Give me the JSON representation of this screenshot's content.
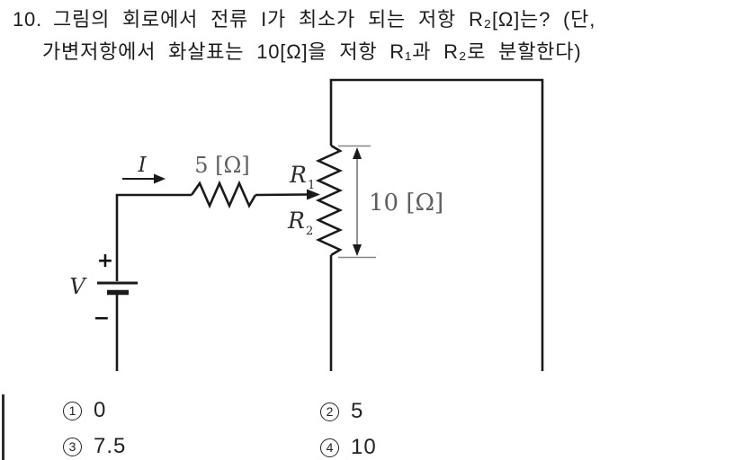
{
  "question": {
    "number": "10.",
    "line1": "그림의 회로에서 전류 I가 최소가 되는 저항 R₂[Ω]는? (단,",
    "line2": "가변저항에서 화살표는 10[Ω]을 저항 R₁과 R₂로 분할한다)"
  },
  "circuit": {
    "current_label": "I",
    "series_resistor_label": "5 [Ω]",
    "pot_r1": {
      "base": "R",
      "sub": "1"
    },
    "pot_r2": {
      "base": "R",
      "sub": "2"
    },
    "pot_total_label": "10 [Ω]",
    "source_label": "V",
    "source_plus": "+",
    "source_minus": "−",
    "colors": {
      "wire": "#1a1a1a",
      "value_label_gray": "#5f5f5f",
      "measure_arrow_gray": "#858585",
      "background": "#ffffff"
    }
  },
  "options": [
    {
      "num": "1",
      "label": "0"
    },
    {
      "num": "2",
      "label": "5"
    },
    {
      "num": "3",
      "label": "7.5"
    },
    {
      "num": "4",
      "label": "10"
    }
  ]
}
